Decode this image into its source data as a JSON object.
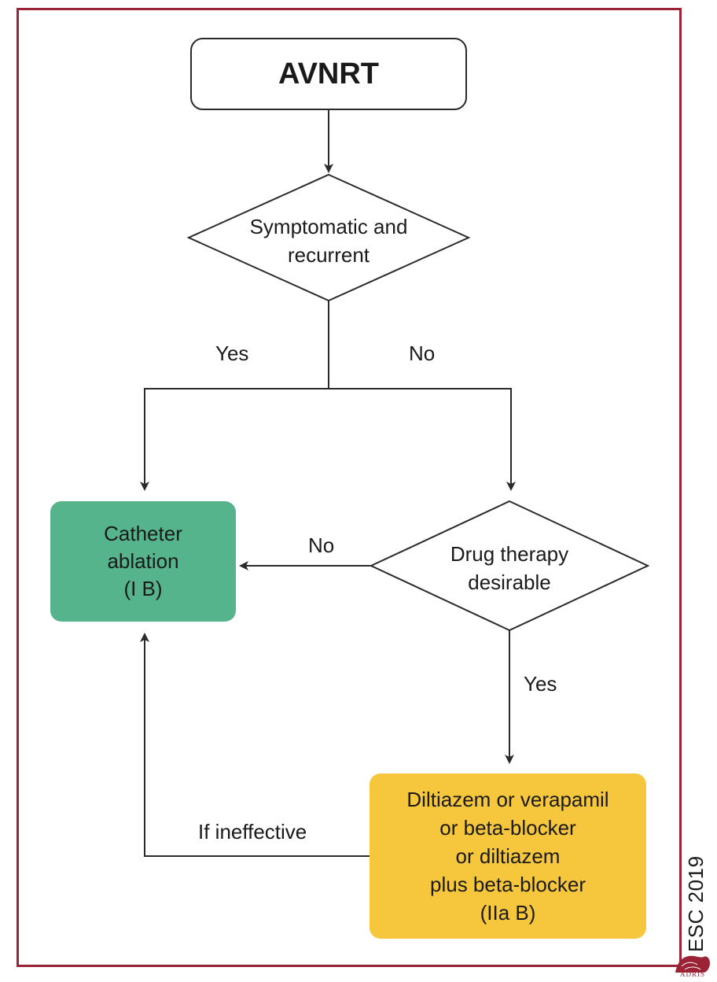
{
  "start": {
    "label": "AVNRT"
  },
  "decision1": {
    "label": "Symptomatic and\nrecurrent",
    "yes_label": "Yes",
    "no_label": "No"
  },
  "ablation": {
    "label": "Catheter\nablation\n(I B)",
    "color": "#56b48c"
  },
  "decision2": {
    "label": "Drug therapy\ndesirable",
    "no_label": "No",
    "yes_label": "Yes"
  },
  "drugs": {
    "label": "Diltiazem or verapamil\nor beta-blocker\nor diltiazem\nplus beta-blocker\n(IIa B)",
    "color": "#f6c73d"
  },
  "feedback": {
    "label": "If ineffective"
  },
  "footer": {
    "tag": "ESC 2019",
    "logo_text": "ADRIS"
  },
  "colors": {
    "frame": "#9b2335",
    "stroke": "#2a2a2a"
  }
}
